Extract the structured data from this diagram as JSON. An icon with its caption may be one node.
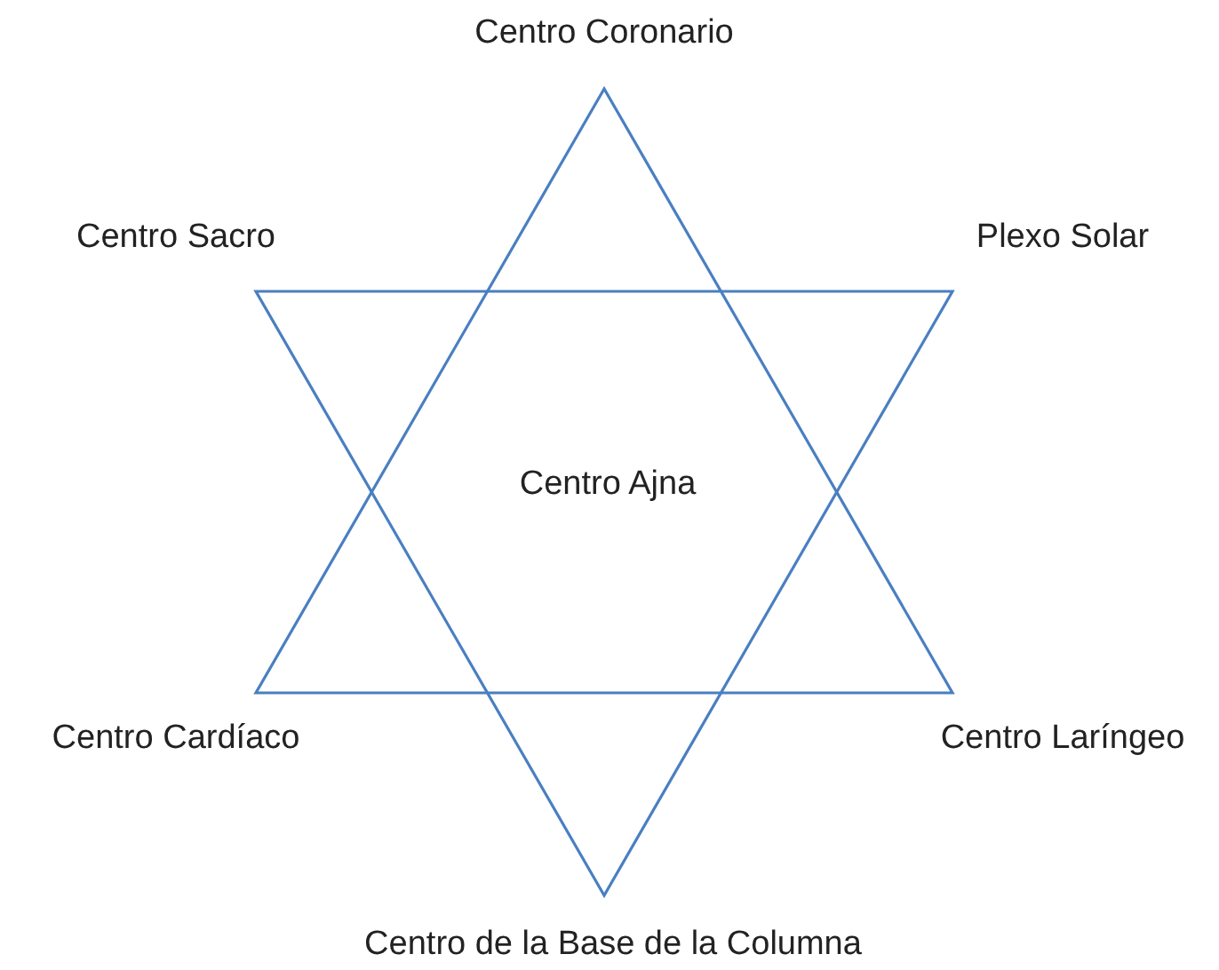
{
  "diagram": {
    "labels": [
      "Centro Coronario",
      "Centro Sacro",
      "Plexo Solar",
      "Centro Ajna",
      "Centro Cardíaco",
      "Centro Laríngeo",
      "Centro de la Base de la Columna"
    ]
  }
}
